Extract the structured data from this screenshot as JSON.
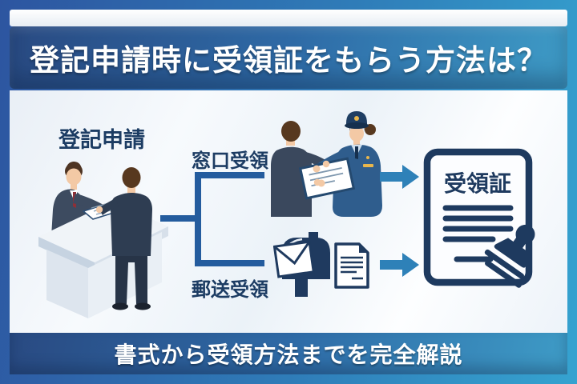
{
  "title_banner": {
    "text": "登記申請時に受領証をもらう方法は？"
  },
  "footer_banner": {
    "text": "書式から受領方法までを完全解説"
  },
  "diagram": {
    "source_label": "登記申請",
    "branches": [
      {
        "label": "窓口受領"
      },
      {
        "label": "郵送受領"
      }
    ],
    "receipt": {
      "title": "受領証"
    }
  },
  "icons": {
    "counter_scene": "counter-handover-illustration",
    "window_scene": "officer-handover-illustration",
    "mailbox": "mailbox-icon",
    "mail_document": "document-icon",
    "receipt_document": "receipt-document-icon",
    "stamp": "stamp-icon",
    "arrows": "arrow-right-icon"
  },
  "colors": {
    "navy": "#1e3a5f",
    "line_blue": "#245c9e",
    "arrow_blue": "#2e81b8",
    "banner_dark": "#294a82",
    "banner_light": "#3e9bc6",
    "label_text": "#1c3c63"
  }
}
